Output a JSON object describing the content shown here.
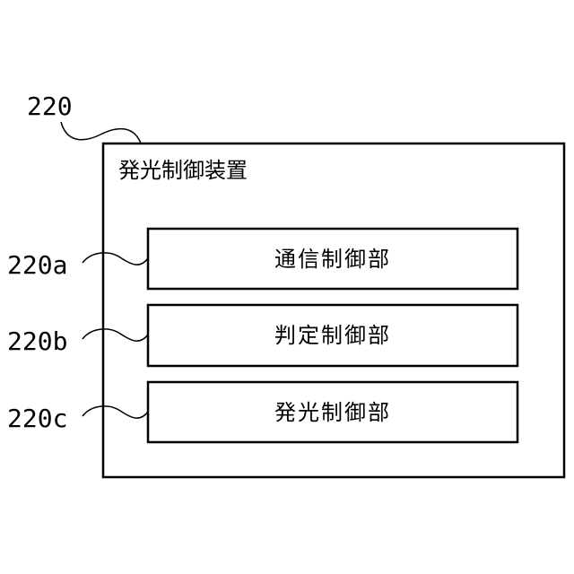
{
  "device": {
    "ref": "220",
    "title": "発光制御装置"
  },
  "units": [
    {
      "ref": "220a",
      "label": "通信制御部"
    },
    {
      "ref": "220b",
      "label": "判定制御部"
    },
    {
      "ref": "220c",
      "label": "発光制御部"
    }
  ]
}
